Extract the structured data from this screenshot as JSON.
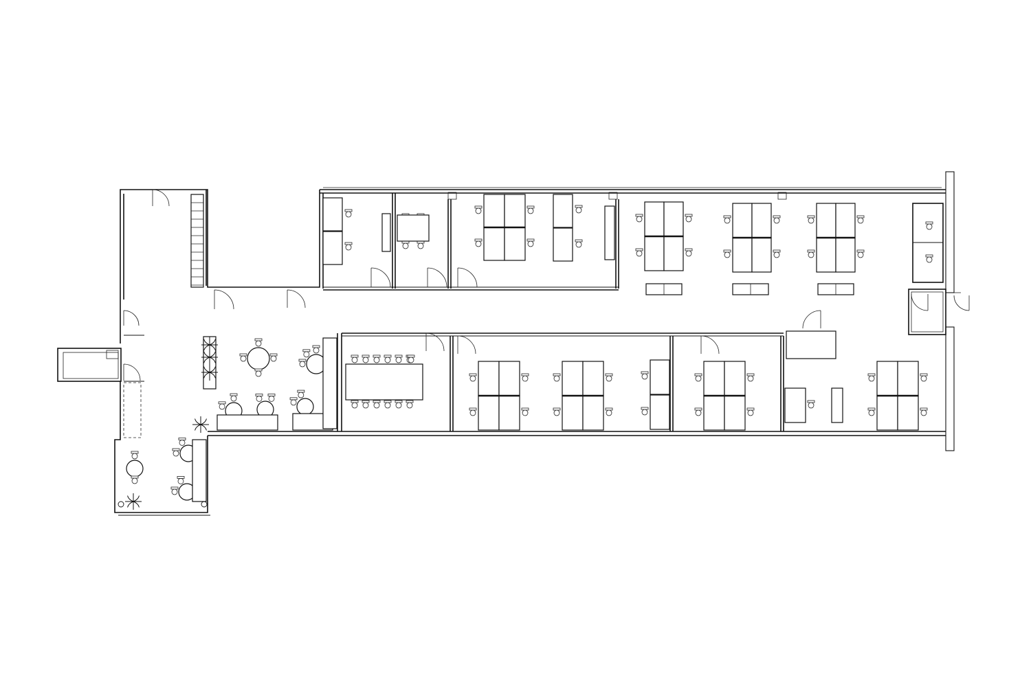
{
  "drawing": {
    "kind": "office floor plan",
    "style": "black line drawing on white",
    "colors": {
      "background": "#ffffff",
      "line": "#111111"
    }
  },
  "rooms": [
    {
      "id": "reception-lounge",
      "furniture": [
        "round tables",
        "sofas",
        "planters",
        "kitchenette"
      ]
    },
    {
      "id": "north-office-1",
      "desks": 2
    },
    {
      "id": "north-meeting-small",
      "seats": 4
    },
    {
      "id": "north-open-office-west",
      "desks": 6
    },
    {
      "id": "north-open-office-east",
      "desks": 12
    },
    {
      "id": "phone-booths",
      "count": 2
    },
    {
      "id": "south-conference",
      "seats": 12
    },
    {
      "id": "south-open-office-1",
      "desks": 10
    },
    {
      "id": "south-open-office-2",
      "desks": 4
    },
    {
      "id": "south-open-office-east",
      "desks": 4
    }
  ]
}
